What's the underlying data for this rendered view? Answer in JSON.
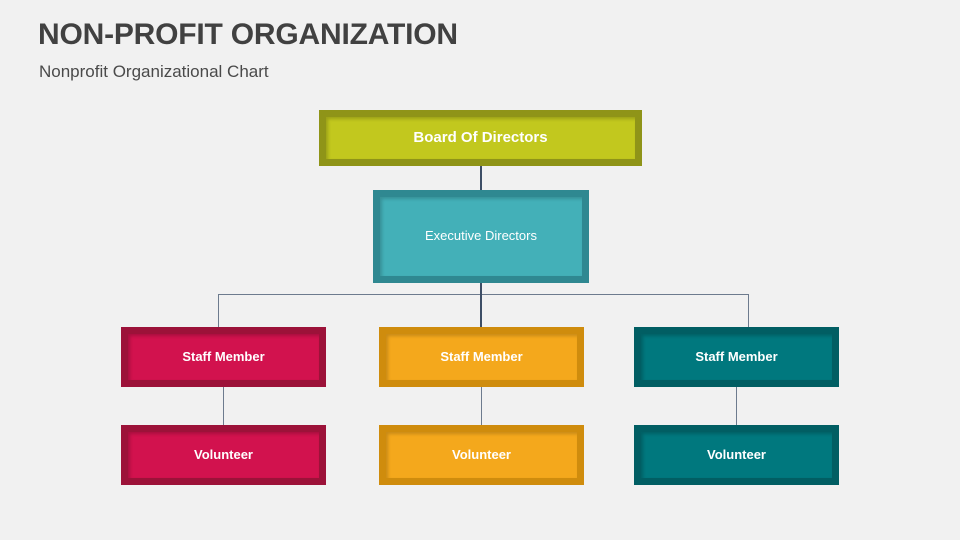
{
  "header": {
    "title": "NON-PROFIT ORGANIZATION",
    "subtitle": "Nonprofit Organizational Chart"
  },
  "colors": {
    "background": "#f1f1f1",
    "title_text": "#414141",
    "subtitle_text": "#4a4a4a",
    "node_text": "#ffffff",
    "connector": "#3d4e66",
    "connector_light": "#6d7b8e",
    "board_fill": "#c2c81e",
    "board_border": "#8f9418",
    "exec_fill": "#43b0b8",
    "exec_border": "#2f8891",
    "crimson_fill": "#d2124e",
    "crimson_border": "#9c1239",
    "amber_fill": "#f4a81c",
    "amber_border": "#cf8c0d",
    "teal_fill": "#00787e",
    "teal_border": "#015e63"
  },
  "chart": {
    "type": "org-chart",
    "levels": [
      {
        "level": 1,
        "nodes": [
          {
            "id": "board",
            "label": "Board Of Directors",
            "theme": "olive"
          }
        ]
      },
      {
        "level": 2,
        "nodes": [
          {
            "id": "exec",
            "label": "Executive Directors",
            "theme": "teal-light"
          }
        ]
      },
      {
        "level": 3,
        "nodes": [
          {
            "id": "staff-left",
            "label": "Staff Member",
            "theme": "crimson"
          },
          {
            "id": "staff-mid",
            "label": "Staff Member",
            "theme": "amber"
          },
          {
            "id": "staff-right",
            "label": "Staff Member",
            "theme": "teal-dark"
          }
        ]
      },
      {
        "level": 4,
        "nodes": [
          {
            "id": "vol-left",
            "label": "Volunteer",
            "theme": "crimson"
          },
          {
            "id": "vol-mid",
            "label": "Volunteer",
            "theme": "amber"
          },
          {
            "id": "vol-right",
            "label": "Volunteer",
            "theme": "teal-dark"
          }
        ]
      }
    ]
  }
}
